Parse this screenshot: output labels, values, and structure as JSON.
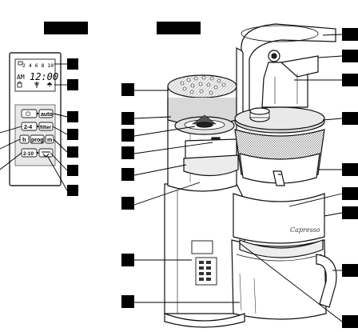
{
  "display_panel": {
    "lcd": {
      "top_digits": "2 4 6 8 10",
      "am": "AM",
      "time": "12:00"
    },
    "buttons": {
      "power": "⏻",
      "auto": "auto",
      "strength": "2-4",
      "filter": "filter",
      "hour": "h",
      "prog": "prog",
      "minute": "m",
      "cups": "2-10"
    }
  },
  "brand_logo": "Capresso",
  "colors": {
    "callout_box": "#000000",
    "outline": "#1a1a1a",
    "grey_fill": "#cfcfcf",
    "light_fill": "#ececec"
  }
}
